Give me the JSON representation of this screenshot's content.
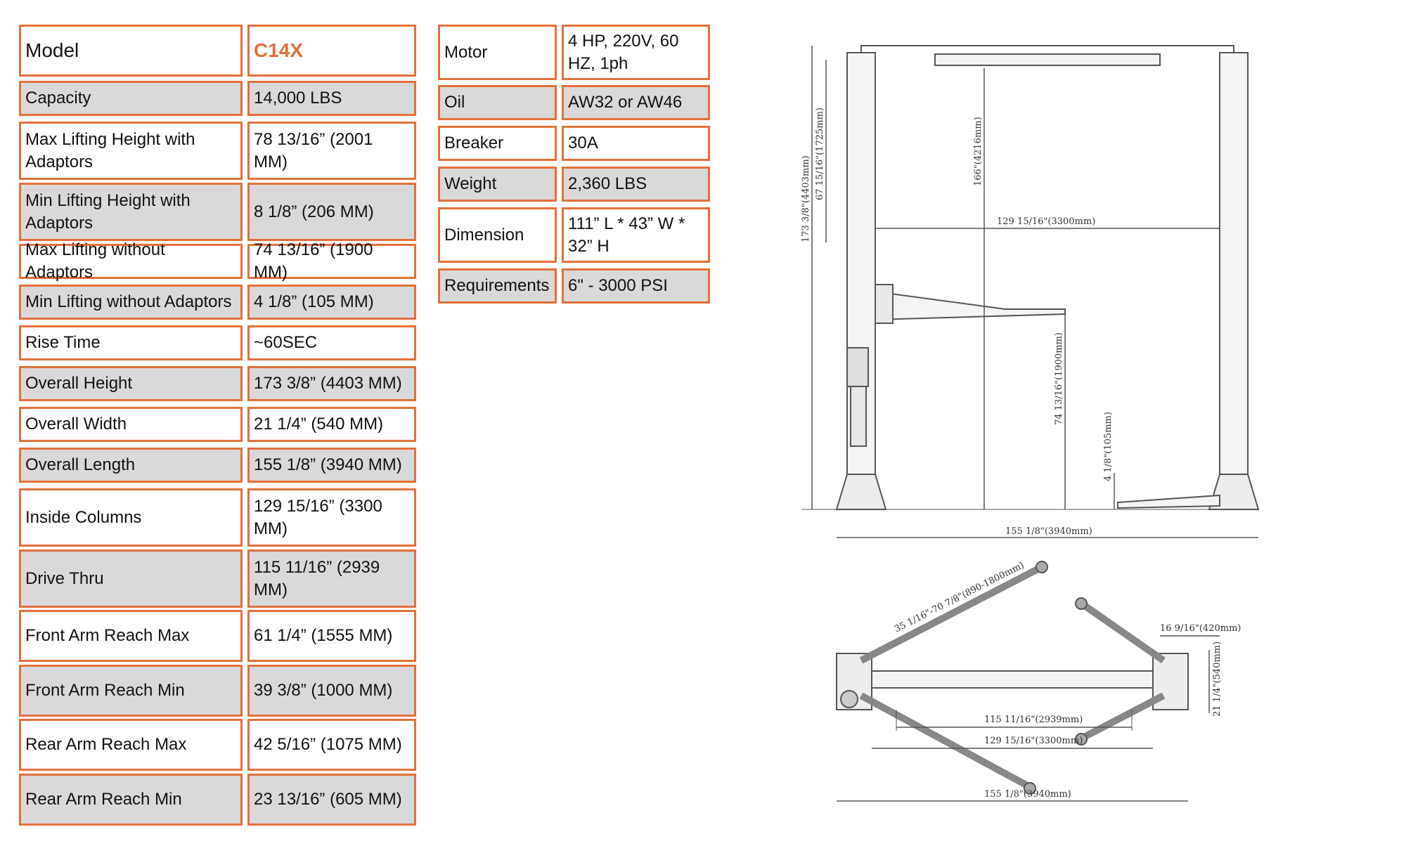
{
  "spec_table_left": [
    {
      "label": "Model",
      "value": "C14X",
      "shade": "white"
    },
    {
      "label": "Capacity",
      "value": "14,000 LBS",
      "shade": "grey"
    },
    {
      "label": "Max Lifting Height with Adaptors",
      "value": "78 13/16” (2001 MM)",
      "shade": "white"
    },
    {
      "label": "Min Lifting Height with Adaptors",
      "value": "8 1/8” (206 MM)",
      "shade": "grey"
    },
    {
      "label": "Max Lifting without Adaptors",
      "value": "74 13/16” (1900 MM)",
      "shade": "white"
    },
    {
      "label": "Min Lifting without Adaptors",
      "value": "4 1/8” (105 MM)",
      "shade": "grey"
    },
    {
      "label": "Rise Time",
      "value": "~60SEC",
      "shade": "white"
    },
    {
      "label": "Overall Height",
      "value": "173 3/8” (4403 MM)",
      "shade": "grey"
    },
    {
      "label": "Overall Width",
      "value": "21 1/4” (540 MM)",
      "shade": "white"
    },
    {
      "label": "Overall Length",
      "value": "155 1/8” (3940 MM)",
      "shade": "grey"
    },
    {
      "label": "Inside Columns",
      "value": "129 15/16” (3300 MM)",
      "shade": "white"
    },
    {
      "label": "Drive Thru",
      "value": "115 11/16” (2939 MM)",
      "shade": "grey"
    },
    {
      "label": "Front Arm Reach Max",
      "value": "61 1/4” (1555 MM)",
      "shade": "white"
    },
    {
      "label": "Front Arm Reach Min",
      "value": "39 3/8” (1000 MM)",
      "shade": "grey"
    },
    {
      "label": "Rear Arm Reach Max",
      "value": "42 5/16” (1075 MM)",
      "shade": "white"
    },
    {
      "label": "Rear Arm Reach Min",
      "value": "23 13/16” (605 MM)",
      "shade": "grey"
    }
  ],
  "spec_table_right": [
    {
      "label": "Motor",
      "value": "4 HP, 220V, 60 HZ, 1ph",
      "shade": "white"
    },
    {
      "label": "Oil",
      "value": "AW32 or AW46",
      "shade": "grey"
    },
    {
      "label": "Breaker",
      "value": "30A",
      "shade": "white"
    },
    {
      "label": "Weight",
      "value": "2,360 LBS",
      "shade": "grey"
    },
    {
      "label": "Dimension",
      "value": "111” L * 43” W * 32” H",
      "shade": "white"
    },
    {
      "label": "Requirements",
      "value": "6\" - 3000 PSI",
      "shade": "grey"
    }
  ],
  "diagram_front": {
    "overall_height": "173 3/8\"(4403mm)",
    "column_height": "67 15/16\"(1725mm)",
    "inner_height": "166\"(4216mm)",
    "inside_columns": "129 15/16\"(3300mm)",
    "max_lift": "74 13/16\"(1900mm)",
    "min_lift": "4 1/8\"(105mm)",
    "overall_length": "155 1/8\"(3940mm)"
  },
  "diagram_top": {
    "arm_reach": "35 1/16\"-70 7/8\"(890-1800mm)",
    "base_depth": "16 9/16\"(420mm)",
    "overall_width": "21 1/4\"(540mm)",
    "drive_thru": "115 11/16\"(2939mm)",
    "inside_columns": "129 15/16\"(3300mm)",
    "overall_length": "155 1/8\"(3940mm)"
  }
}
